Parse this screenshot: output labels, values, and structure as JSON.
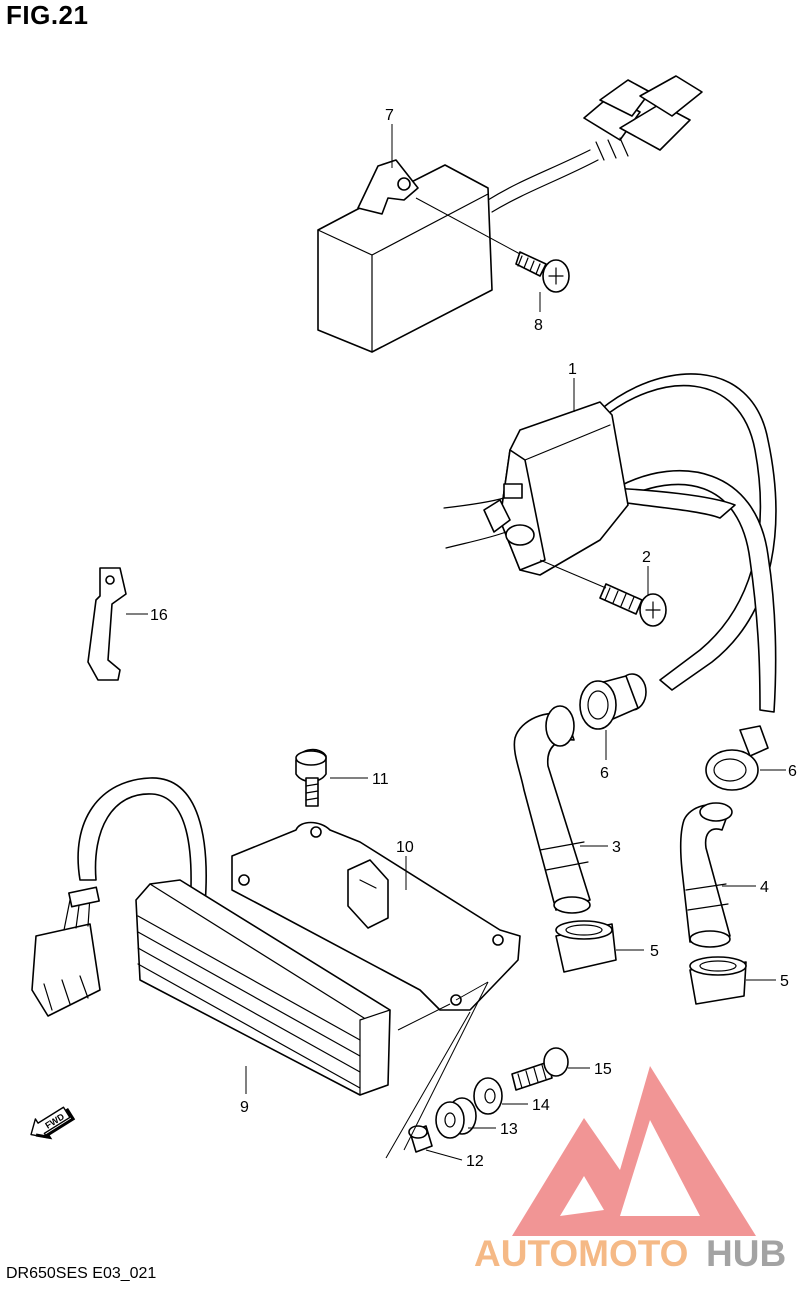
{
  "figure": {
    "title": "FIG.21",
    "code": "DR650SES E03_021"
  },
  "callouts": {
    "p1": "1",
    "p2": "2",
    "p3": "3",
    "p4": "4",
    "p5a": "5",
    "p5b": "5",
    "p6a": "6",
    "p6b": "6",
    "p7": "7",
    "p8": "8",
    "p9": "9",
    "p10": "10",
    "p11": "11",
    "p12": "12",
    "p13": "13",
    "p14": "14",
    "p15": "15",
    "p16": "16"
  },
  "fwd_label": "FWD",
  "watermark": {
    "text_a": "AUTOMOTO",
    "text_b": "HUB",
    "color_a": "#f5b27a",
    "color_b": "#9a9a9a",
    "logo_color": "#f08a8a"
  }
}
